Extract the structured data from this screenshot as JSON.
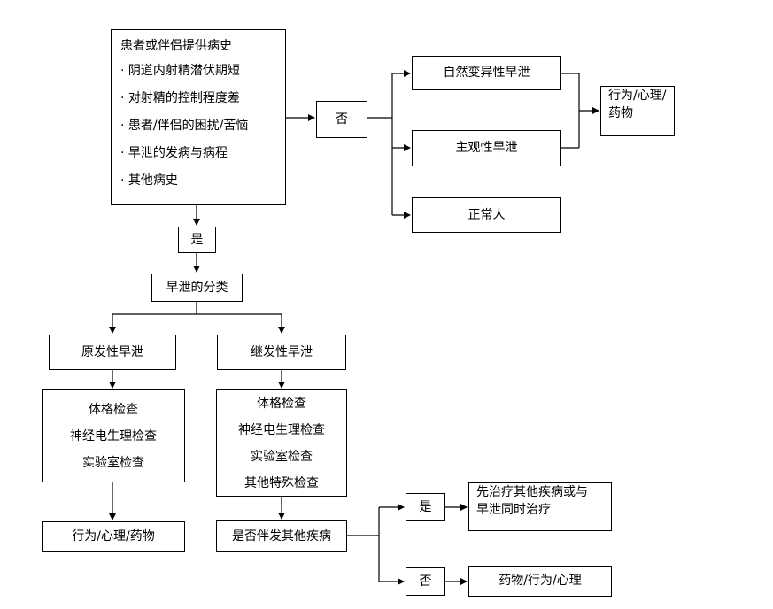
{
  "history": {
    "title": "患者或伴侣提供病史",
    "items": [
      "阴道内射精潜伏期短",
      "对射精的控制程度差",
      "患者/伴侣的困扰/苦恼",
      "早泄的发病与病程",
      "其他病史"
    ]
  },
  "decision_no": "否",
  "decision_yes": "是",
  "outcomes": {
    "natural": "自然变异性早泄",
    "subjective": "主观性早泄",
    "normal": "正常人",
    "treatment_lines": [
      "行为/心理/",
      "药物"
    ]
  },
  "classification": "早泄的分类",
  "primary": {
    "title": "原发性早泄",
    "exams": [
      "体格检查",
      "神经电生理检查",
      "实验室检查"
    ],
    "treatment": "行为/心理/药物"
  },
  "secondary": {
    "title": "继发性早泄",
    "exams": [
      "体格检查",
      "神经电生理检查",
      "实验室检查",
      "其他特殊检查"
    ],
    "question": "是否伴发其他疾病",
    "yes_label": "是",
    "no_label": "否",
    "yes_action_lines": [
      "先治疗其他疾病或与",
      "早泄同时治疗"
    ],
    "no_action": "药物/行为/心理"
  }
}
